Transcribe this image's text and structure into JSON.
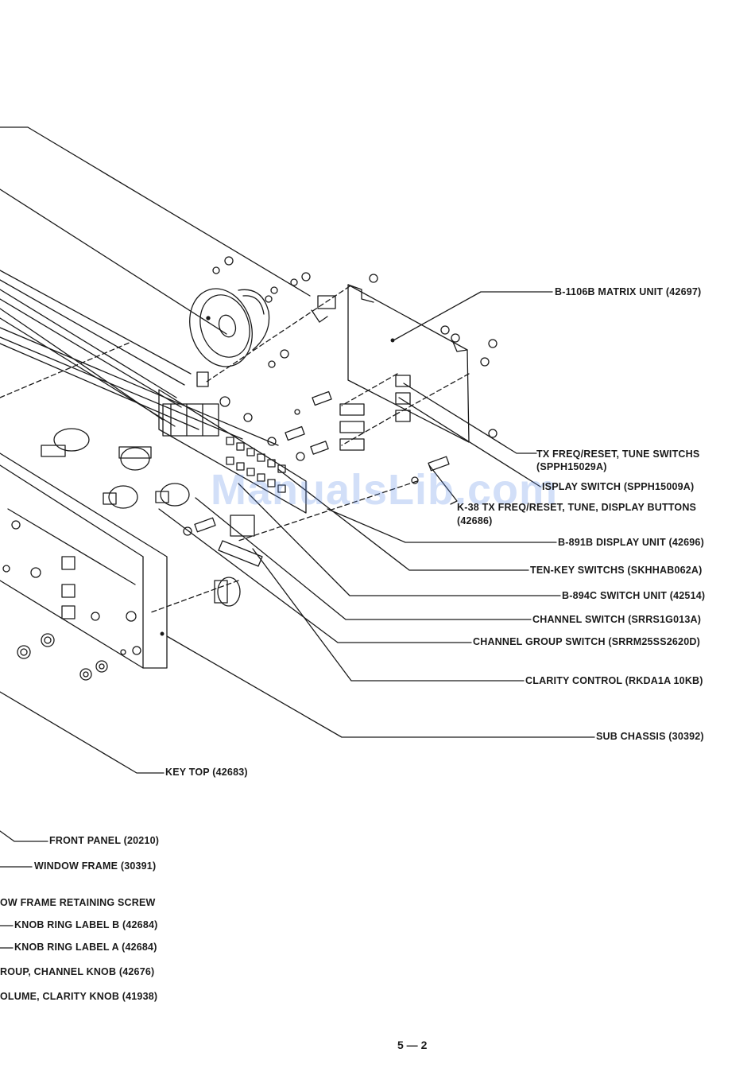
{
  "labels": {
    "b1106b": "B-1106B MATRIX UNIT (42697)",
    "tx_freq_1": "TX FREQ/RESET, TUNE SWITCHS",
    "tx_freq_2": "(SPPH15029A)",
    "display_switch": "ISPLAY SWITCH (SPPH15009A)",
    "k38_1": "K-38 TX FREQ/RESET, TUNE, DISPLAY BUTTONS",
    "k38_2": "(42686)",
    "b891b": "B-891B DISPLAY UNIT (42696)",
    "ten_key": "TEN-KEY SWITCHS (SKHHAB062A)",
    "b894c": "B-894C SWITCH UNIT (42514)",
    "channel_switch": "CHANNEL SWITCH (SRRS1G013A)",
    "channel_group_switch": "CHANNEL GROUP SWITCH (SRRM25SS2620D)",
    "clarity_control": "CLARITY CONTROL (RKDA1A 10KB)",
    "sub_chassis": "SUB CHASSIS (30392)",
    "key_top": "KEY TOP (42683)",
    "front_panel": "FRONT PANEL (20210)",
    "window_frame": "WINDOW FRAME (30391)",
    "window_frame_screw": "OW FRAME RETAINING SCREW",
    "knob_ring_b": "KNOB RING LABEL B (42684)",
    "knob_ring_a": "KNOB RING LABEL A (42684)",
    "group_channel_knob": "ROUP, CHANNEL KNOB (42676)",
    "volume_clarity_knob": "OLUME, CLARITY KNOB (41938)"
  },
  "watermark": "ManualsLib.com",
  "page_number": "5 — 2"
}
